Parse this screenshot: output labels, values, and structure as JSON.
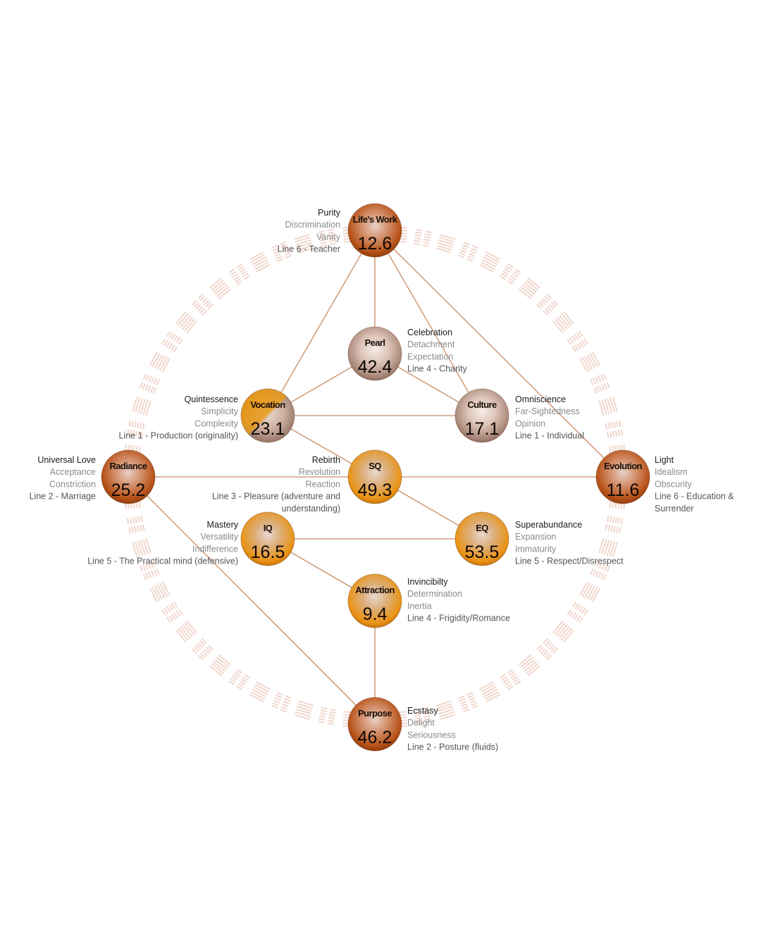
{
  "colors": {
    "orange": "#f0a020",
    "rust": "#c65a1e",
    "pearl": "#ecd3c4",
    "line": "#d0a080",
    "ring": "#f0d6cc"
  },
  "nodes": [
    {
      "id": "lifes-work",
      "label": "Life's Work",
      "value": "12.6",
      "style": "rust",
      "texts": [
        "Purity",
        "Discrimination",
        "Vanity",
        "Line 6 - Teacher"
      ]
    },
    {
      "id": "pearl",
      "label": "Pearl",
      "value": "42.4",
      "style": "pearl",
      "texts": [
        "Celebration",
        "Detachment",
        "Expectation",
        "Line 4 - Charity"
      ]
    },
    {
      "id": "vocation",
      "label": "Vocation",
      "value": "23.1",
      "style": "split",
      "texts": [
        "Quintessence",
        "Simplicity",
        "Complexity",
        "Line 1 - Production (originality)"
      ]
    },
    {
      "id": "culture",
      "label": "Culture",
      "value": "17.1",
      "style": "pearl",
      "texts": [
        "Omniscience",
        "Far-Sightedness",
        "Opinion",
        "Line 1 - Individual"
      ]
    },
    {
      "id": "radiance",
      "label": "Radiance",
      "value": "25.2",
      "style": "rust",
      "texts": [
        "Universal Love",
        "Acceptance",
        "Constriction",
        "Line 2 - Marriage"
      ]
    },
    {
      "id": "sq",
      "label": "SQ",
      "value": "49.3",
      "style": "orange",
      "texts": [
        "Rebirth",
        "Revolution",
        "Reaction",
        "Line 3 - Pleasure (adventure and",
        "understanding)"
      ]
    },
    {
      "id": "evolution",
      "label": "Evolution",
      "value": "11.6",
      "style": "rust",
      "texts": [
        "Light",
        "Idealism",
        "Obscurity",
        "Line 6 - Education &",
        "Surrender"
      ]
    },
    {
      "id": "iq",
      "label": "IQ",
      "value": "16.5",
      "style": "orange",
      "texts": [
        "Mastery",
        "Versatility",
        "Indifference",
        "Line 5 - The Practical mind (defensive)"
      ]
    },
    {
      "id": "eq",
      "label": "EQ",
      "value": "53.5",
      "style": "orange",
      "texts": [
        "Superabundance",
        "Expansion",
        "Immaturity",
        "Line 5 - Respect/Disrespect"
      ]
    },
    {
      "id": "attraction",
      "label": "Attraction",
      "value": "9.4",
      "style": "orange",
      "texts": [
        "Invincibilty",
        "Determination",
        "Inertia",
        "Line 4 - Frigidity/Romance"
      ]
    },
    {
      "id": "purpose",
      "label": "Purpose",
      "value": "46.2",
      "style": "rust",
      "texts": [
        "Ecstasy",
        "Delight",
        "Seriousness",
        "Line 2 - Posture (fluids)"
      ]
    }
  ],
  "connections": [
    [
      "lifes-work",
      "pearl"
    ],
    [
      "lifes-work",
      "vocation"
    ],
    [
      "lifes-work",
      "culture"
    ],
    [
      "lifes-work",
      "evolution"
    ],
    [
      "pearl",
      "vocation"
    ],
    [
      "pearl",
      "culture"
    ],
    [
      "vocation",
      "culture"
    ],
    [
      "vocation",
      "sq"
    ],
    [
      "radiance",
      "sq"
    ],
    [
      "sq",
      "evolution"
    ],
    [
      "sq",
      "eq"
    ],
    [
      "iq",
      "eq"
    ],
    [
      "iq",
      "attraction"
    ],
    [
      "radiance",
      "purpose"
    ],
    [
      "attraction",
      "purpose"
    ]
  ]
}
